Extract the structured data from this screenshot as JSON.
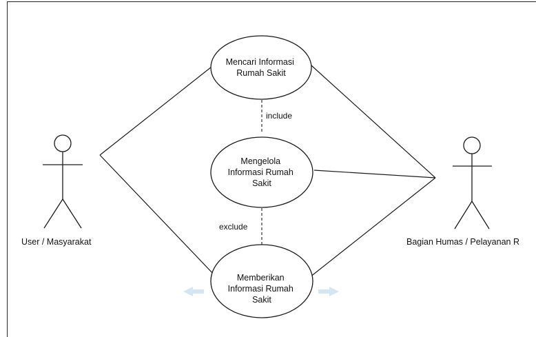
{
  "diagram": {
    "actors": [
      {
        "id": "user",
        "label": "User / Masyarakat"
      },
      {
        "id": "humas",
        "label": "Bagian Humas / Pelayanan R"
      }
    ],
    "use_cases": [
      {
        "id": "uc1",
        "lines": [
          "Mencari Informasi",
          "Rumah Sakit"
        ]
      },
      {
        "id": "uc2",
        "lines": [
          "Mengelola",
          "Informasi Rumah",
          "Sakit"
        ]
      },
      {
        "id": "uc3",
        "lines": [
          "Memberikan",
          "Informasi Rumah",
          "Sakit"
        ]
      }
    ],
    "relations": [
      {
        "from": "uc1",
        "to": "uc2",
        "label": "include",
        "style": "dashed"
      },
      {
        "from": "uc2",
        "to": "uc3",
        "label": "exclude",
        "style": "dashed"
      }
    ],
    "associations": [
      {
        "from": "user",
        "to": "uc1"
      },
      {
        "from": "user",
        "to": "uc3"
      },
      {
        "from": "humas",
        "to": "uc1"
      },
      {
        "from": "humas",
        "to": "uc2"
      },
      {
        "from": "humas",
        "to": "uc3"
      }
    ],
    "colors": {
      "stroke": "#1a1a1a",
      "dashed": "#333333",
      "hint_arrow": "#cfe3f3"
    }
  }
}
